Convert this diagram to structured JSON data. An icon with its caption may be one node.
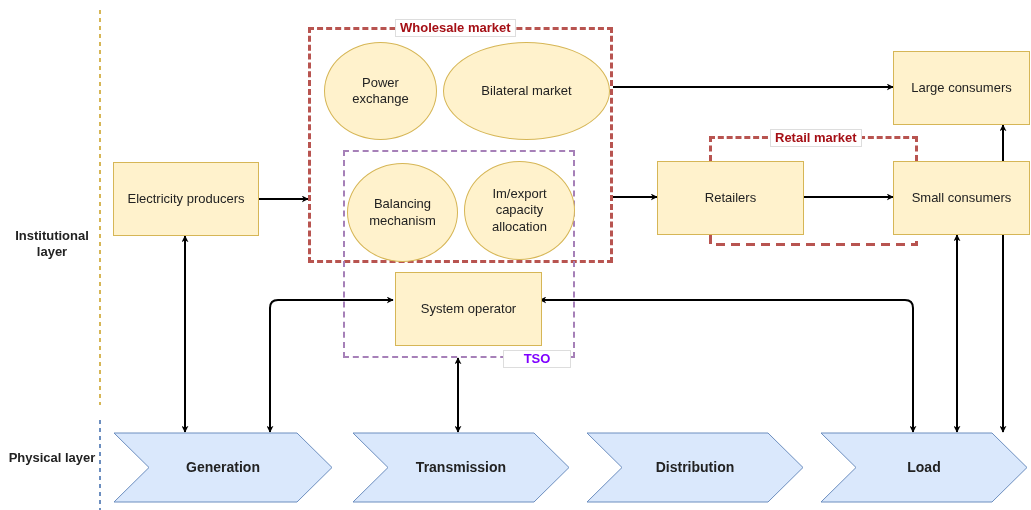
{
  "diagram": {
    "nodes": [
      {
        "text": [
          "Wholesale market"
        ]
      },
      {
        "text": [
          "Power exchange"
        ],
        "in": 0
      },
      {
        "text": [
          "Bilateral market"
        ],
        "in": 0
      },
      {
        "text": [
          "TSO"
        ]
      },
      {
        "text": [
          "Balancing mechanism"
        ]
      },
      {
        "text": [
          "Im/export capacity allocation"
        ]
      },
      {
        "text": [
          "System operator"
        ],
        "in": 3
      },
      {
        "text": [
          "Electricity producers"
        ]
      },
      {
        "text": [
          "Retail market"
        ]
      },
      {
        "text": [
          "Retailers"
        ]
      },
      {
        "text": [
          "Large consumers"
        ]
      },
      {
        "text": [
          "Small consumers"
        ]
      },
      {
        "text": [
          "Generation"
        ]
      },
      {
        "text": [
          "Transmission"
        ]
      },
      {
        "text": [
          "Distribution"
        ]
      },
      {
        "text": [
          "Load"
        ]
      }
    ],
    "edges": [
      {
        "from": 7,
        "to": 0,
        "arrow": "to"
      },
      {
        "from": 0,
        "to": 10,
        "arrow": "to"
      },
      {
        "from": 0,
        "to": 9,
        "arrow": "to"
      },
      {
        "from": 9,
        "to": 11,
        "arrow": "to"
      },
      {
        "from": 11,
        "to": 10,
        "arrow": "to"
      },
      {
        "from": 7,
        "to": 12,
        "arrow": "both"
      },
      {
        "from": 6,
        "to": 12,
        "arrow": "both"
      },
      {
        "from": 3,
        "to": 13,
        "arrow": "both"
      },
      {
        "from": 6,
        "to": 15,
        "arrow": "both"
      },
      {
        "from": 11,
        "to": 15,
        "arrow": "both"
      },
      {
        "from": 11,
        "to": 15,
        "arrow": "to"
      }
    ],
    "labels": [
      "Institutional layer",
      "Physical layer"
    ]
  }
}
